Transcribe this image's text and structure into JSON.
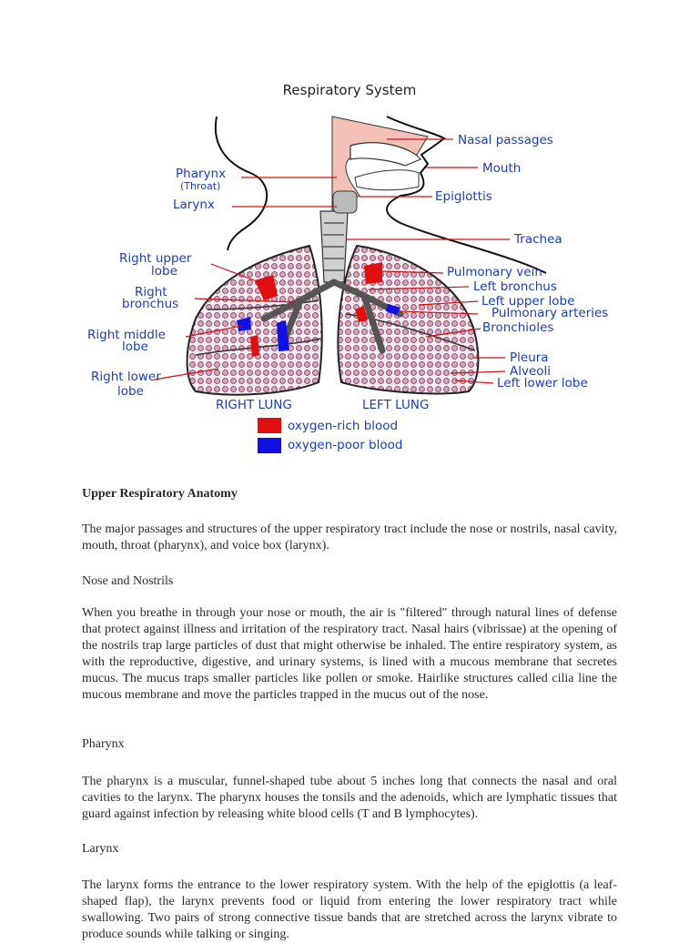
{
  "figure": {
    "title": "Respiratory System",
    "labels": {
      "nasal_passages": "Nasal passages",
      "mouth": "Mouth",
      "pharynx": "Pharynx",
      "throat": "(Throat)",
      "larynx": "Larynx",
      "epiglottis": "Epiglottis",
      "trachea": "Trachea",
      "right_upper_lobe_1": "Right upper",
      "right_upper_lobe_2": "lobe",
      "right_bronchus_1": "Right",
      "right_bronchus_2": "bronchus",
      "right_middle_lobe_1": "Right middle",
      "right_middle_lobe_2": "lobe",
      "right_lower_lobe_1": "Right lower",
      "right_lower_lobe_2": "lobe",
      "pulmonary_vein": "Pulmonary vein",
      "left_bronchus": "Left bronchus",
      "left_upper_lobe": "Left upper lobe",
      "pulmonary_arteries": "Pulmonary arteries",
      "bronchioles": "Bronchioles",
      "pleura": "Pleura",
      "alveoli": "Alveoli",
      "left_lower_lobe": "Left lower lobe",
      "right_lung": "RIGHT LUNG",
      "left_lung": "LEFT LUNG"
    },
    "legend": [
      {
        "label": "oxygen-rich blood",
        "color": "#e01010"
      },
      {
        "label": "oxygen-poor blood",
        "color": "#1010e0"
      }
    ]
  },
  "article": {
    "heading": "Upper Respiratory Anatomy",
    "intro": "The major passages and structures of the upper respiratory tract include the nose or nostrils, nasal cavity, mouth, throat (pharynx), and voice box (larynx).",
    "sections": [
      {
        "title": "Nose and Nostrils",
        "body": "When you breathe in through your nose or mouth, the air is \"filtered\" through natural lines of defense that protect against illness and irritation of the respiratory tract. Nasal hairs (vibrissae) at the opening of the nostrils trap large particles of dust that might otherwise be inhaled. The entire respiratory system, as with the reproductive, digestive, and urinary systems, is lined with a mucous membrane that secretes mucus. The mucus traps smaller particles like pollen or smoke. Hairlike structures called cilia line the mucous membrane and move the particles trapped in the mucus out of the nose."
      },
      {
        "title": "Pharynx",
        "body": "The pharynx is a muscular, funnel-shaped tube about 5 inches long that connects the nasal and oral cavities to the larynx. The pharynx houses the tonsils and the adenoids, which are lymphatic tissues that guard against infection by releasing white blood cells (T and B lymphocytes)."
      },
      {
        "title": "Larynx",
        "body": "The larynx forms the entrance to the lower respiratory system. With the help of the epiglottis (a leaf-shaped flap), the larynx prevents food or liquid from entering the lower respiratory tract while swallowing. Two pairs of strong connective tissue bands that are stretched across the larynx vibrate to produce sounds while talking or singing."
      }
    ]
  }
}
